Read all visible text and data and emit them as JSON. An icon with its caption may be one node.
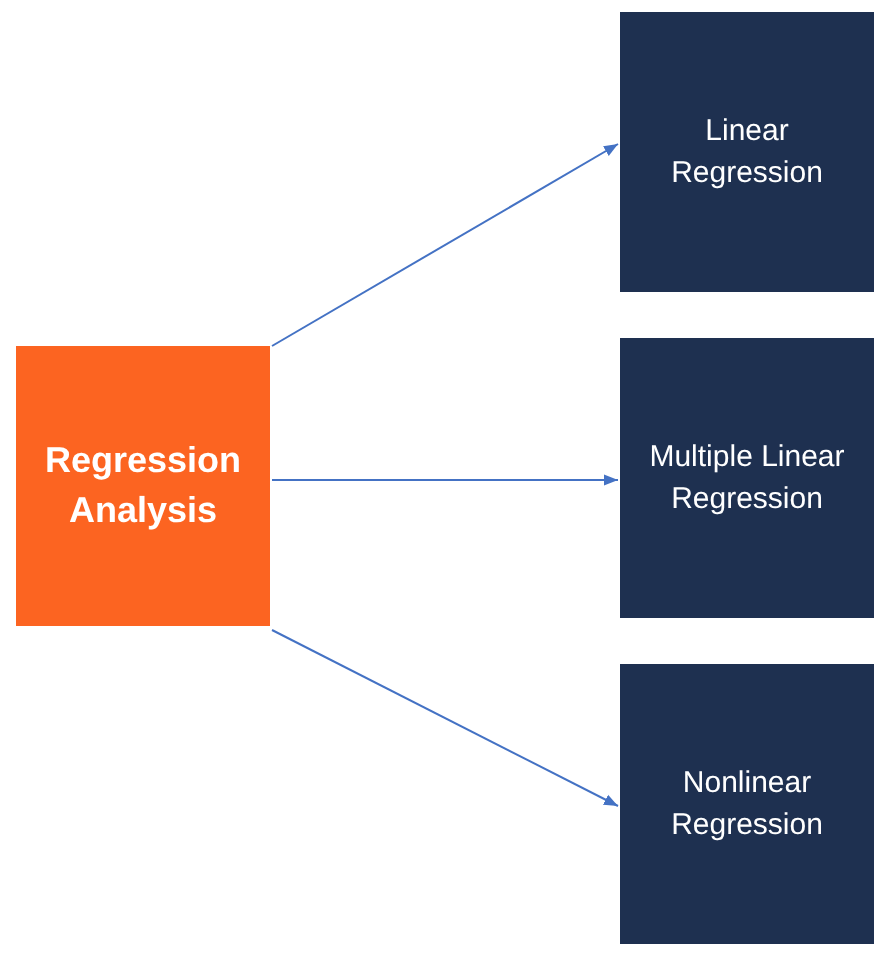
{
  "diagram": {
    "nodes": [
      {
        "text": [
          "Regression Analysis"
        ]
      },
      {
        "text": [
          "Linear Regression"
        ]
      },
      {
        "text": [
          "Multiple Linear Regression"
        ]
      },
      {
        "text": [
          "Nonlinear Regression"
        ]
      }
    ],
    "edges": [
      {
        "from": 0,
        "to": 1,
        "arrow": "to"
      },
      {
        "from": 0,
        "to": 2,
        "arrow": "to"
      },
      {
        "from": 0,
        "to": 3,
        "arrow": "to"
      }
    ]
  }
}
